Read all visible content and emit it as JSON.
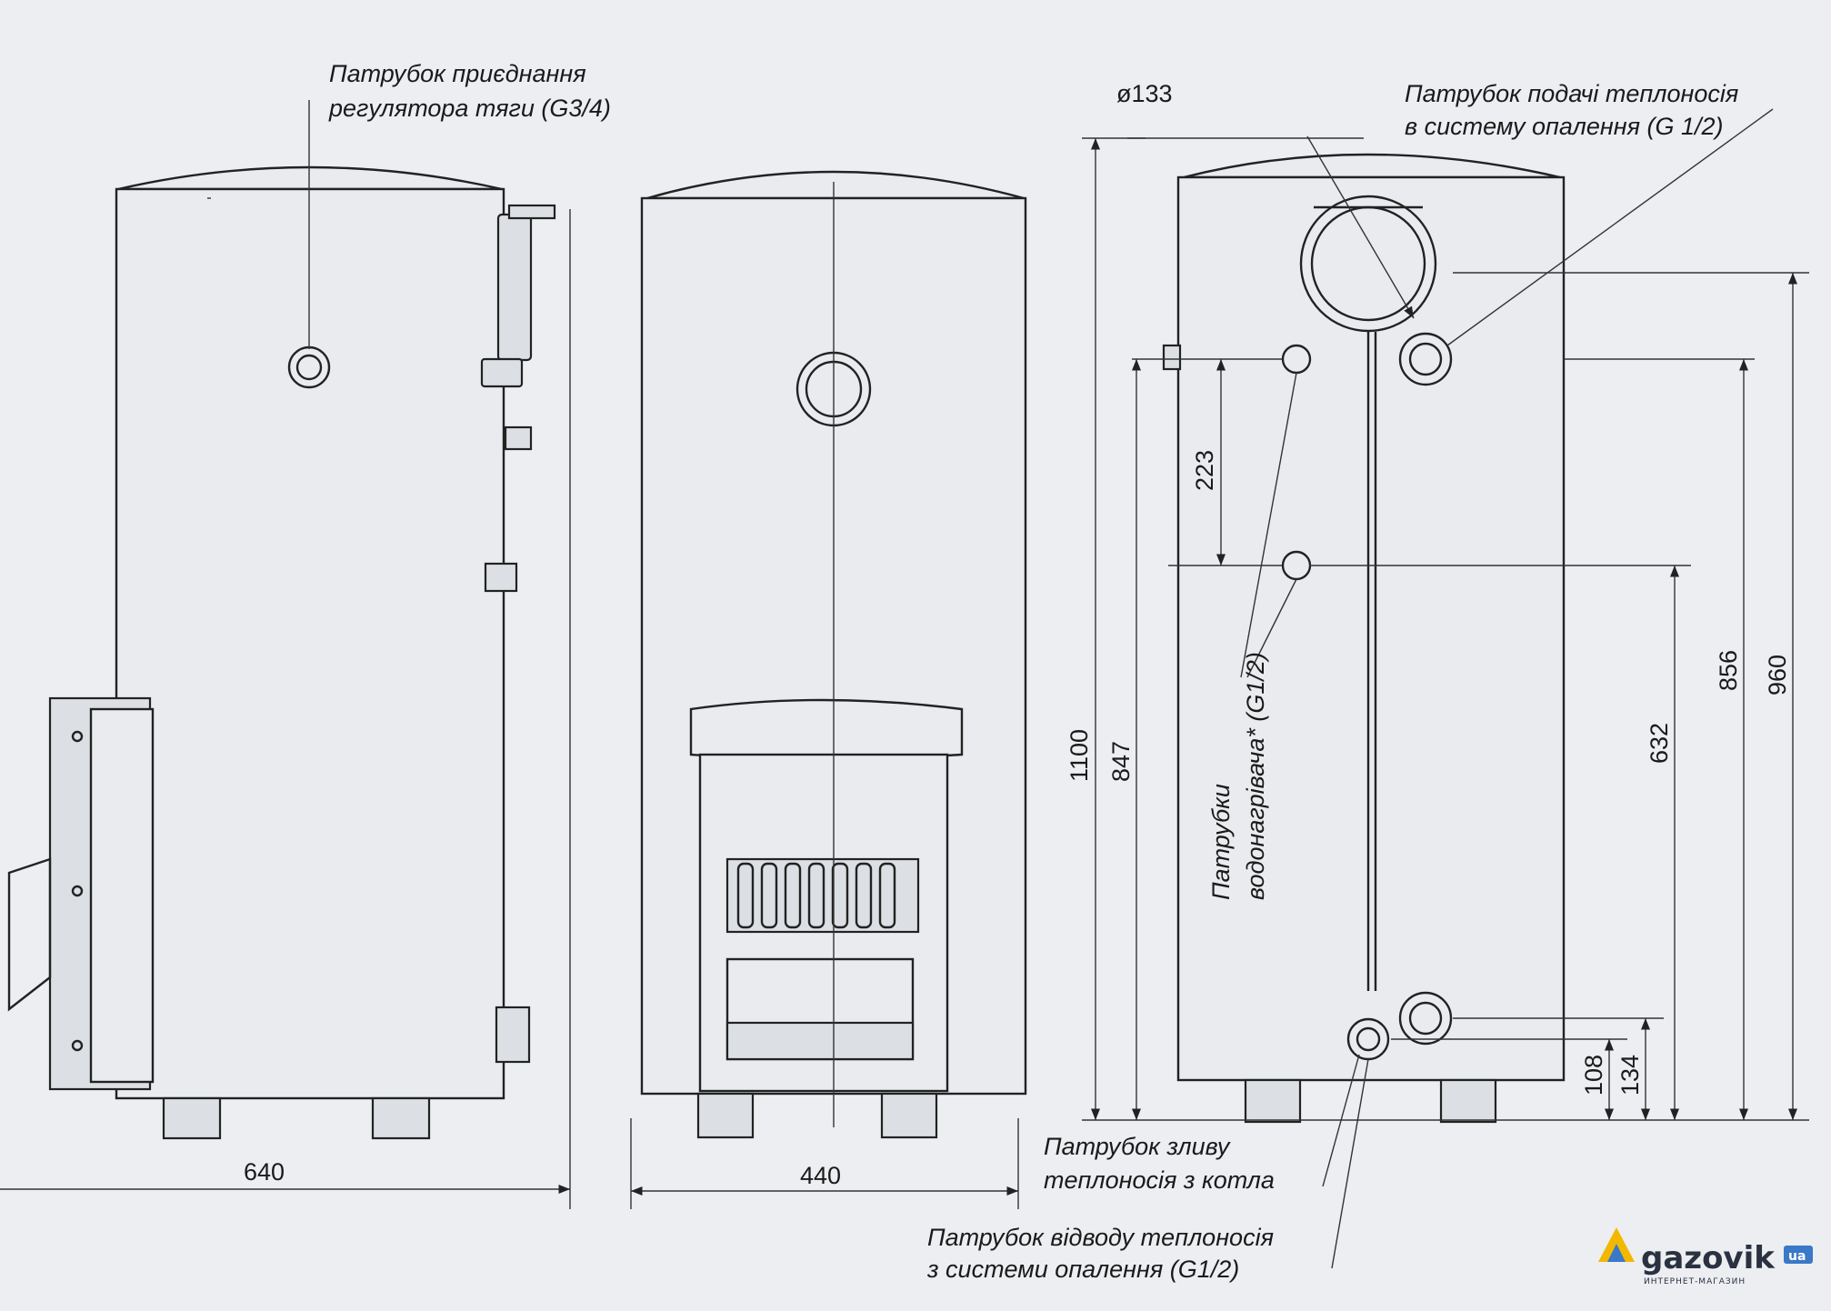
{
  "labels": {
    "draft_regulator_1": "Патрубок приєднання",
    "draft_regulator_2": "регулятора тяги (G3/4)",
    "supply_1": "Патрубок подачі теплоносія",
    "supply_2": "в систему опалення (G 1/2)",
    "diameter": "ø133",
    "drain_1": "Патрубок зливу",
    "drain_2": "теплоносія з котла",
    "return_1": "Патрубок відводу теплоносія",
    "return_2": "з системи опалення (G1/2)",
    "water_heater_1": "Патрубки",
    "water_heater_2": "водонагрівача* (G1/2)"
  },
  "dimensions": {
    "d640": "640",
    "d440": "440",
    "d1100": "1100",
    "d847": "847",
    "d223": "223",
    "d632": "632",
    "d856": "856",
    "d960": "960",
    "d108": "108",
    "d134": "134"
  },
  "logo": {
    "name": "gazovik",
    "domain": "ua",
    "subtitle": "ИНТЕРНЕТ-МАГАЗИН"
  },
  "colors": {
    "background": "#eceef1",
    "line": "#222222",
    "logo_yellow": "#f2b800",
    "logo_blue": "#3a78c8"
  }
}
